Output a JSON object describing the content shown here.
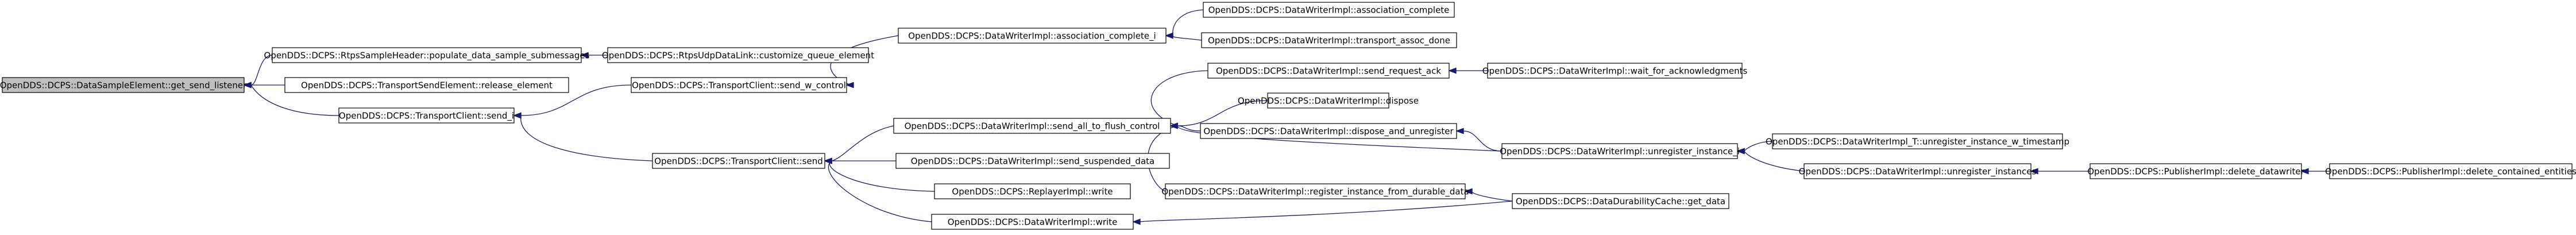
{
  "graph": {
    "kind": "caller-graph",
    "colors": {
      "edge": "#191970",
      "root_fill": "#bfbfbf",
      "node_fill": "#ffffff",
      "node_border": "#000000"
    },
    "nodes": [
      {
        "id": "n0",
        "label": "OpenDDS::DCPS::DataSampleElement::get_send_listener",
        "root": true
      },
      {
        "id": "n1",
        "label": "OpenDDS::DCPS::RtpsSampleHeader::populate_data_sample_submessages"
      },
      {
        "id": "n2",
        "label": "OpenDDS::DCPS::TransportSendElement::release_element"
      },
      {
        "id": "n3",
        "label": "OpenDDS::DCPS::TransportClient::send_i"
      },
      {
        "id": "n4",
        "label": "OpenDDS::DCPS::RtpsUdpDataLink::customize_queue_element"
      },
      {
        "id": "n5",
        "label": "OpenDDS::DCPS::TransportClient::send_w_control"
      },
      {
        "id": "n6",
        "label": "OpenDDS::DCPS::TransportClient::send"
      },
      {
        "id": "n7",
        "label": "OpenDDS::DCPS::DataWriterImpl::association_complete_i"
      },
      {
        "id": "n8",
        "label": "OpenDDS::DCPS::DataWriterImpl::send_all_to_flush_control"
      },
      {
        "id": "n9",
        "label": "OpenDDS::DCPS::DataWriterImpl::send_suspended_data"
      },
      {
        "id": "n10",
        "label": "OpenDDS::DCPS::ReplayerImpl::write"
      },
      {
        "id": "n11",
        "label": "OpenDDS::DCPS::DataWriterImpl::write"
      },
      {
        "id": "n12",
        "label": "OpenDDS::DCPS::DataWriterImpl::association_complete"
      },
      {
        "id": "n13",
        "label": "OpenDDS::DCPS::DataWriterImpl::transport_assoc_done"
      },
      {
        "id": "n14",
        "label": "OpenDDS::DCPS::DataWriterImpl::send_request_ack"
      },
      {
        "id": "n15",
        "label": "OpenDDS::DCPS::DataWriterImpl::dispose"
      },
      {
        "id": "n16",
        "label": "OpenDDS::DCPS::DataWriterImpl::dispose_and_unregister"
      },
      {
        "id": "n17",
        "label": "OpenDDS::DCPS::DataWriterImpl::unregister_instance_i"
      },
      {
        "id": "n18",
        "label": "OpenDDS::DCPS::DataWriterImpl::register_instance_from_durable_data"
      },
      {
        "id": "n19",
        "label": "OpenDDS::DCPS::DataDurabilityCache::get_data"
      },
      {
        "id": "n20",
        "label": "OpenDDS::DCPS::DataWriterImpl::wait_for_acknowledgments"
      },
      {
        "id": "n21",
        "label": "OpenDDS::DCPS::DataWriterImpl_T::unregister_instance_w_timestamp"
      },
      {
        "id": "n22",
        "label": "OpenDDS::DCPS::DataWriterImpl::unregister_instances"
      },
      {
        "id": "n23",
        "label": "OpenDDS::DCPS::PublisherImpl::delete_datawriter"
      },
      {
        "id": "n24",
        "label": "OpenDDS::DCPS::PublisherImpl::delete_contained_entities"
      }
    ],
    "edges": [
      {
        "from": "n1",
        "to": "n0"
      },
      {
        "from": "n2",
        "to": "n0"
      },
      {
        "from": "n3",
        "to": "n0"
      },
      {
        "from": "n4",
        "to": "n1"
      },
      {
        "from": "n5",
        "to": "n3"
      },
      {
        "from": "n6",
        "to": "n3"
      },
      {
        "from": "n7",
        "to": "n5"
      },
      {
        "from": "n8",
        "to": "n6"
      },
      {
        "from": "n9",
        "to": "n6"
      },
      {
        "from": "n10",
        "to": "n6"
      },
      {
        "from": "n11",
        "to": "n6"
      },
      {
        "from": "n12",
        "to": "n7"
      },
      {
        "from": "n13",
        "to": "n7"
      },
      {
        "from": "n14",
        "to": "n8"
      },
      {
        "from": "n15",
        "to": "n8"
      },
      {
        "from": "n16",
        "to": "n8"
      },
      {
        "from": "n17",
        "to": "n8"
      },
      {
        "from": "n18",
        "to": "n8"
      },
      {
        "from": "n19",
        "to": "n11"
      },
      {
        "from": "n20",
        "to": "n14"
      },
      {
        "from": "n17",
        "to": "n16"
      },
      {
        "from": "n19",
        "to": "n18"
      },
      {
        "from": "n21",
        "to": "n17"
      },
      {
        "from": "n22",
        "to": "n17"
      },
      {
        "from": "n23",
        "to": "n22"
      },
      {
        "from": "n24",
        "to": "n23"
      }
    ]
  }
}
